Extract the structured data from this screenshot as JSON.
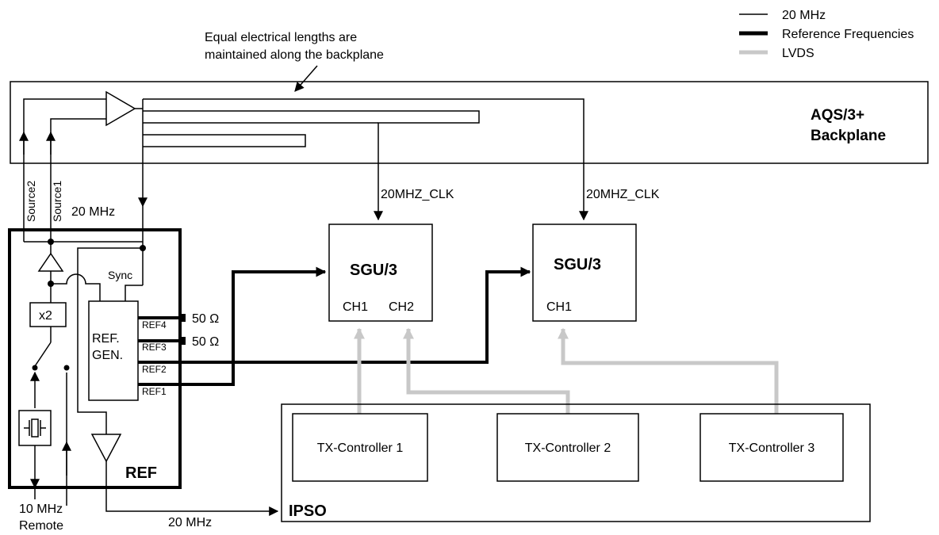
{
  "legend": {
    "items": [
      {
        "label": "20 MHz",
        "style": "thin-black"
      },
      {
        "label": "Reference Frequencies",
        "style": "thick-black"
      },
      {
        "label": "LVDS",
        "style": "thick-gray"
      }
    ]
  },
  "annotation": {
    "line1": "Equal electrical lengths are",
    "line2": "maintained along the backplane"
  },
  "backplane": {
    "line1": "AQS/3+",
    "line2": "Backplane"
  },
  "signals": {
    "source1": "Source1",
    "source2": "Source2",
    "clk20_ref": "20 MHz",
    "clk_sgu1": "20MHZ_CLK",
    "clk_sgu2": "20MHZ_CLK",
    "clk_ipso": "20 MHz",
    "ext_ref": "10 MHz",
    "remote": "Remote"
  },
  "ref_module": {
    "title": "REF",
    "sync": "Sync",
    "multiplier": "x2",
    "gen_line1": "REF.",
    "gen_line2": "GEN.",
    "outputs": [
      "REF4",
      "REF3",
      "REF2",
      "REF1"
    ],
    "terminations": [
      "50 Ω",
      "50 Ω"
    ]
  },
  "sgu1": {
    "title": "SGU/3",
    "ch1": "CH1",
    "ch2": "CH2"
  },
  "sgu2": {
    "title": "SGU/3",
    "ch1": "CH1"
  },
  "ipso": {
    "title": "IPSO",
    "controllers": [
      "TX-Controller 1",
      "TX-Controller 2",
      "TX-Controller 3"
    ]
  },
  "colors": {
    "line": "#000000",
    "lvds": "#c8c8c8",
    "background": "#ffffff"
  }
}
